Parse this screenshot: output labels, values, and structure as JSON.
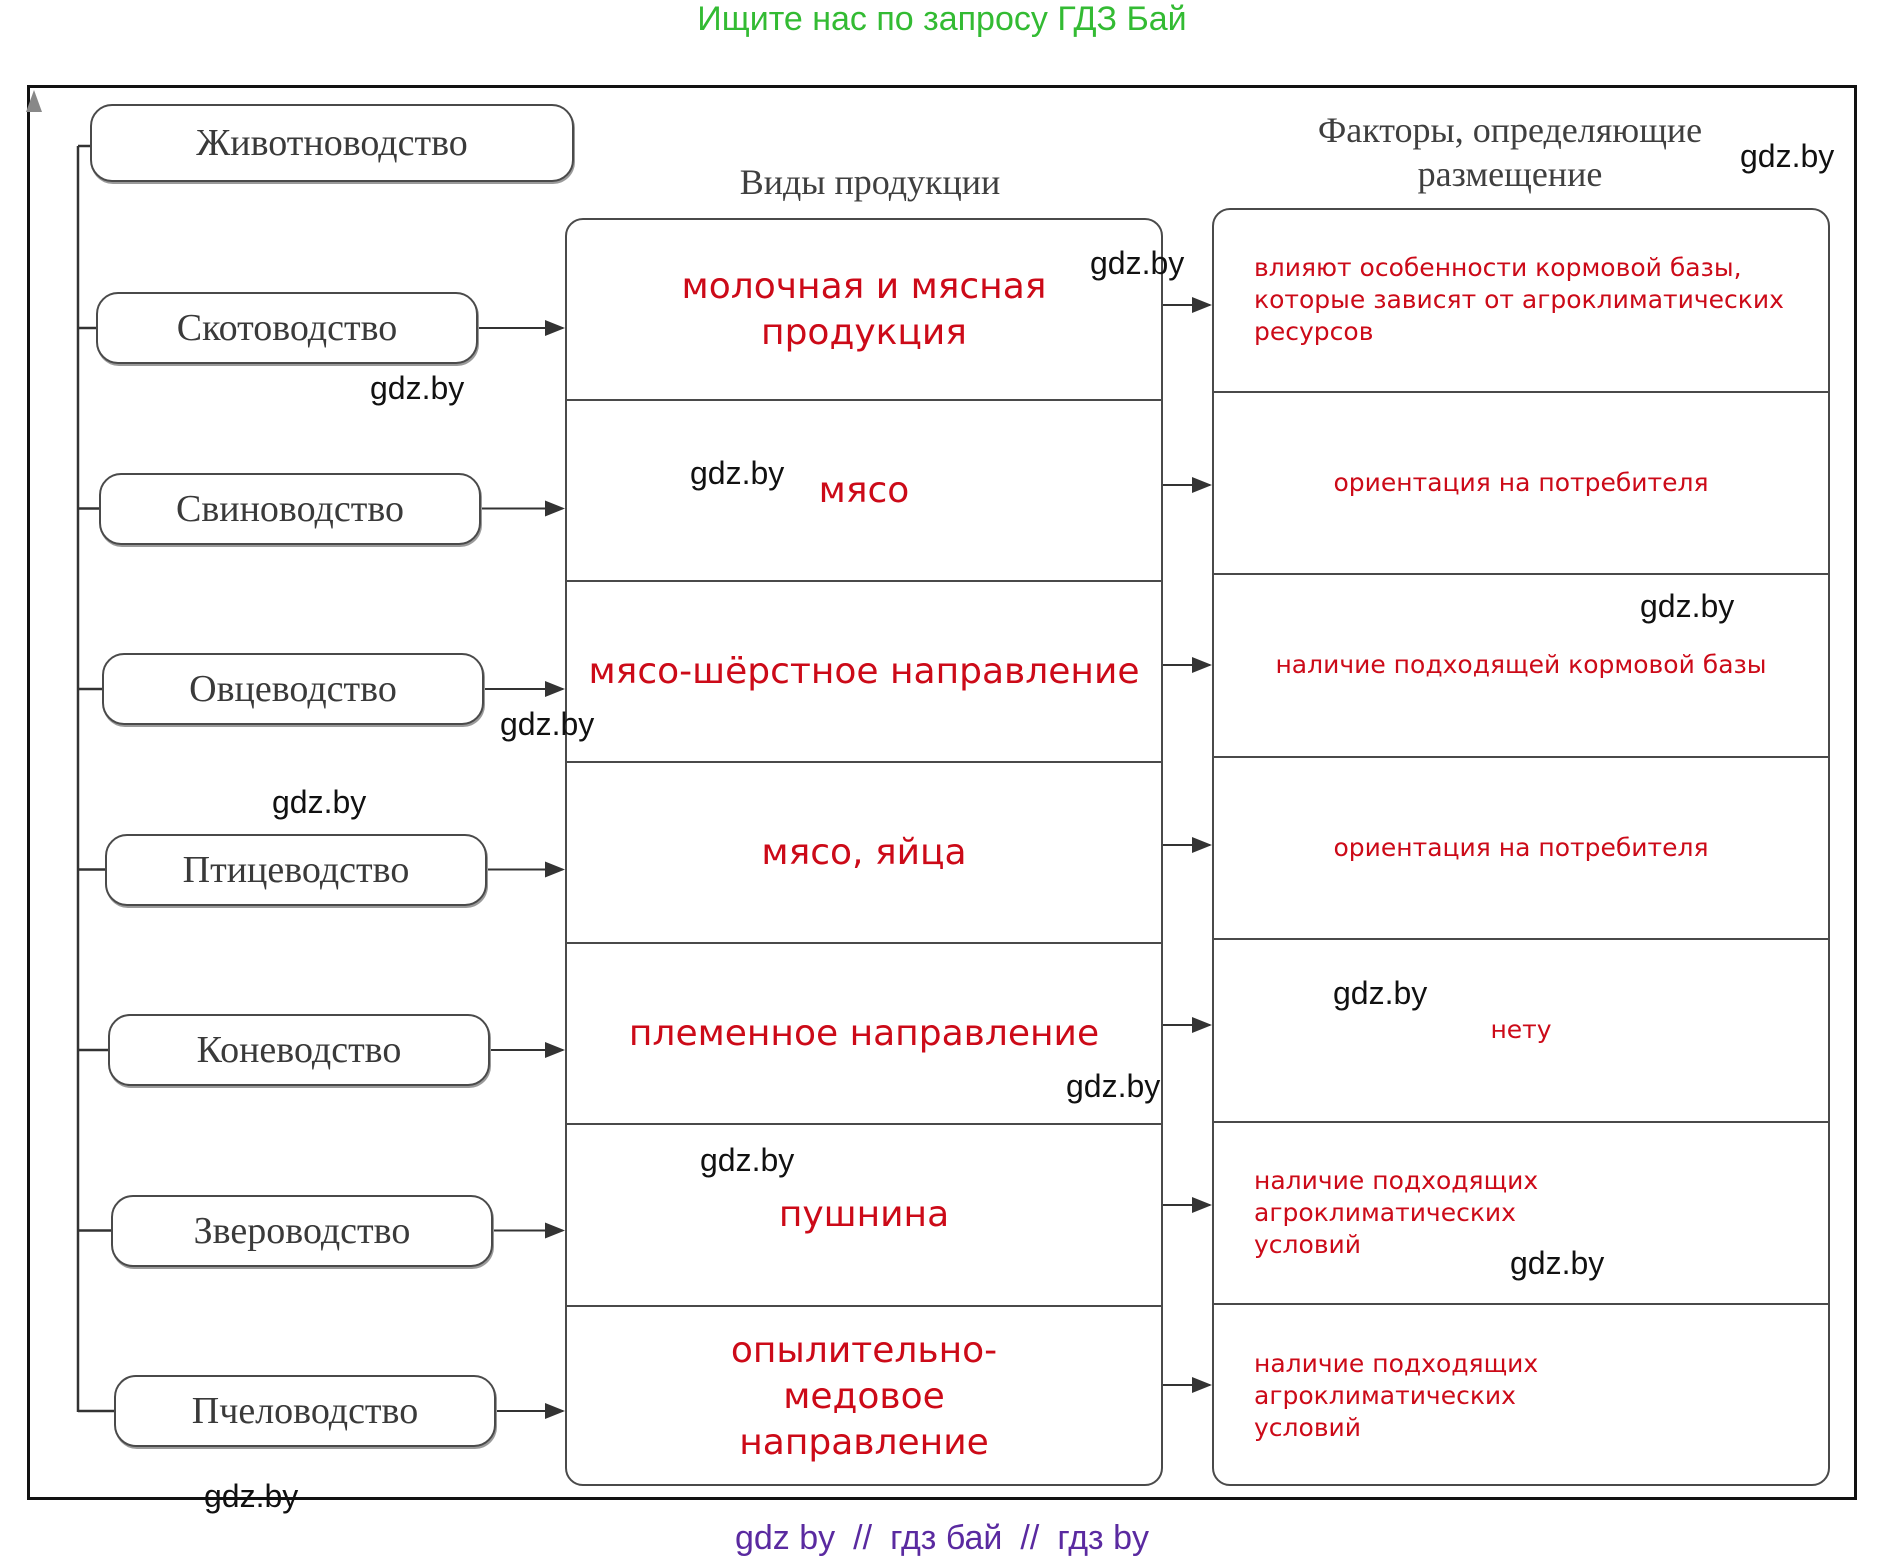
{
  "banner_top": "Ищите нас по запросу ГДЗ Бай",
  "banner_bottom": [
    "gdz by",
    "//",
    "гдз бай",
    "//",
    "гдз by"
  ],
  "root": "Животноводство",
  "headers": {
    "products": "Виды продукции",
    "factors": "Факторы, определяющие размещение"
  },
  "branches": [
    {
      "name": "Скотоводство",
      "product": "молочная и мясная продукция",
      "factor": "влияют особенности кормовой базы, которые зависят от агроклиматических ресурсов"
    },
    {
      "name": "Свиноводство",
      "product": "мясо",
      "factor": "ориентация на потребителя"
    },
    {
      "name": "Овцеводство",
      "product": "мясо-шёрстное направление",
      "factor": "наличие подходящей кормовой базы"
    },
    {
      "name": "Птицеводство",
      "product": "мясо, яйца",
      "factor": "ориентация на потребителя"
    },
    {
      "name": "Коневодство",
      "product": "племенное направление",
      "factor": "нету"
    },
    {
      "name": "Звероводство",
      "product": "пушнина",
      "factor": "наличие подходящих агроклиматических условий"
    },
    {
      "name": "Пчеловодство",
      "product": "опылительно-медовое направление",
      "factor": "наличие подходящих агроклиматических условий"
    }
  ],
  "watermark": "gdz.by",
  "colors": {
    "answer_text": "#cc0a18",
    "banner_top": "#33bb33",
    "banner_bottom": "#5a2aa0"
  }
}
